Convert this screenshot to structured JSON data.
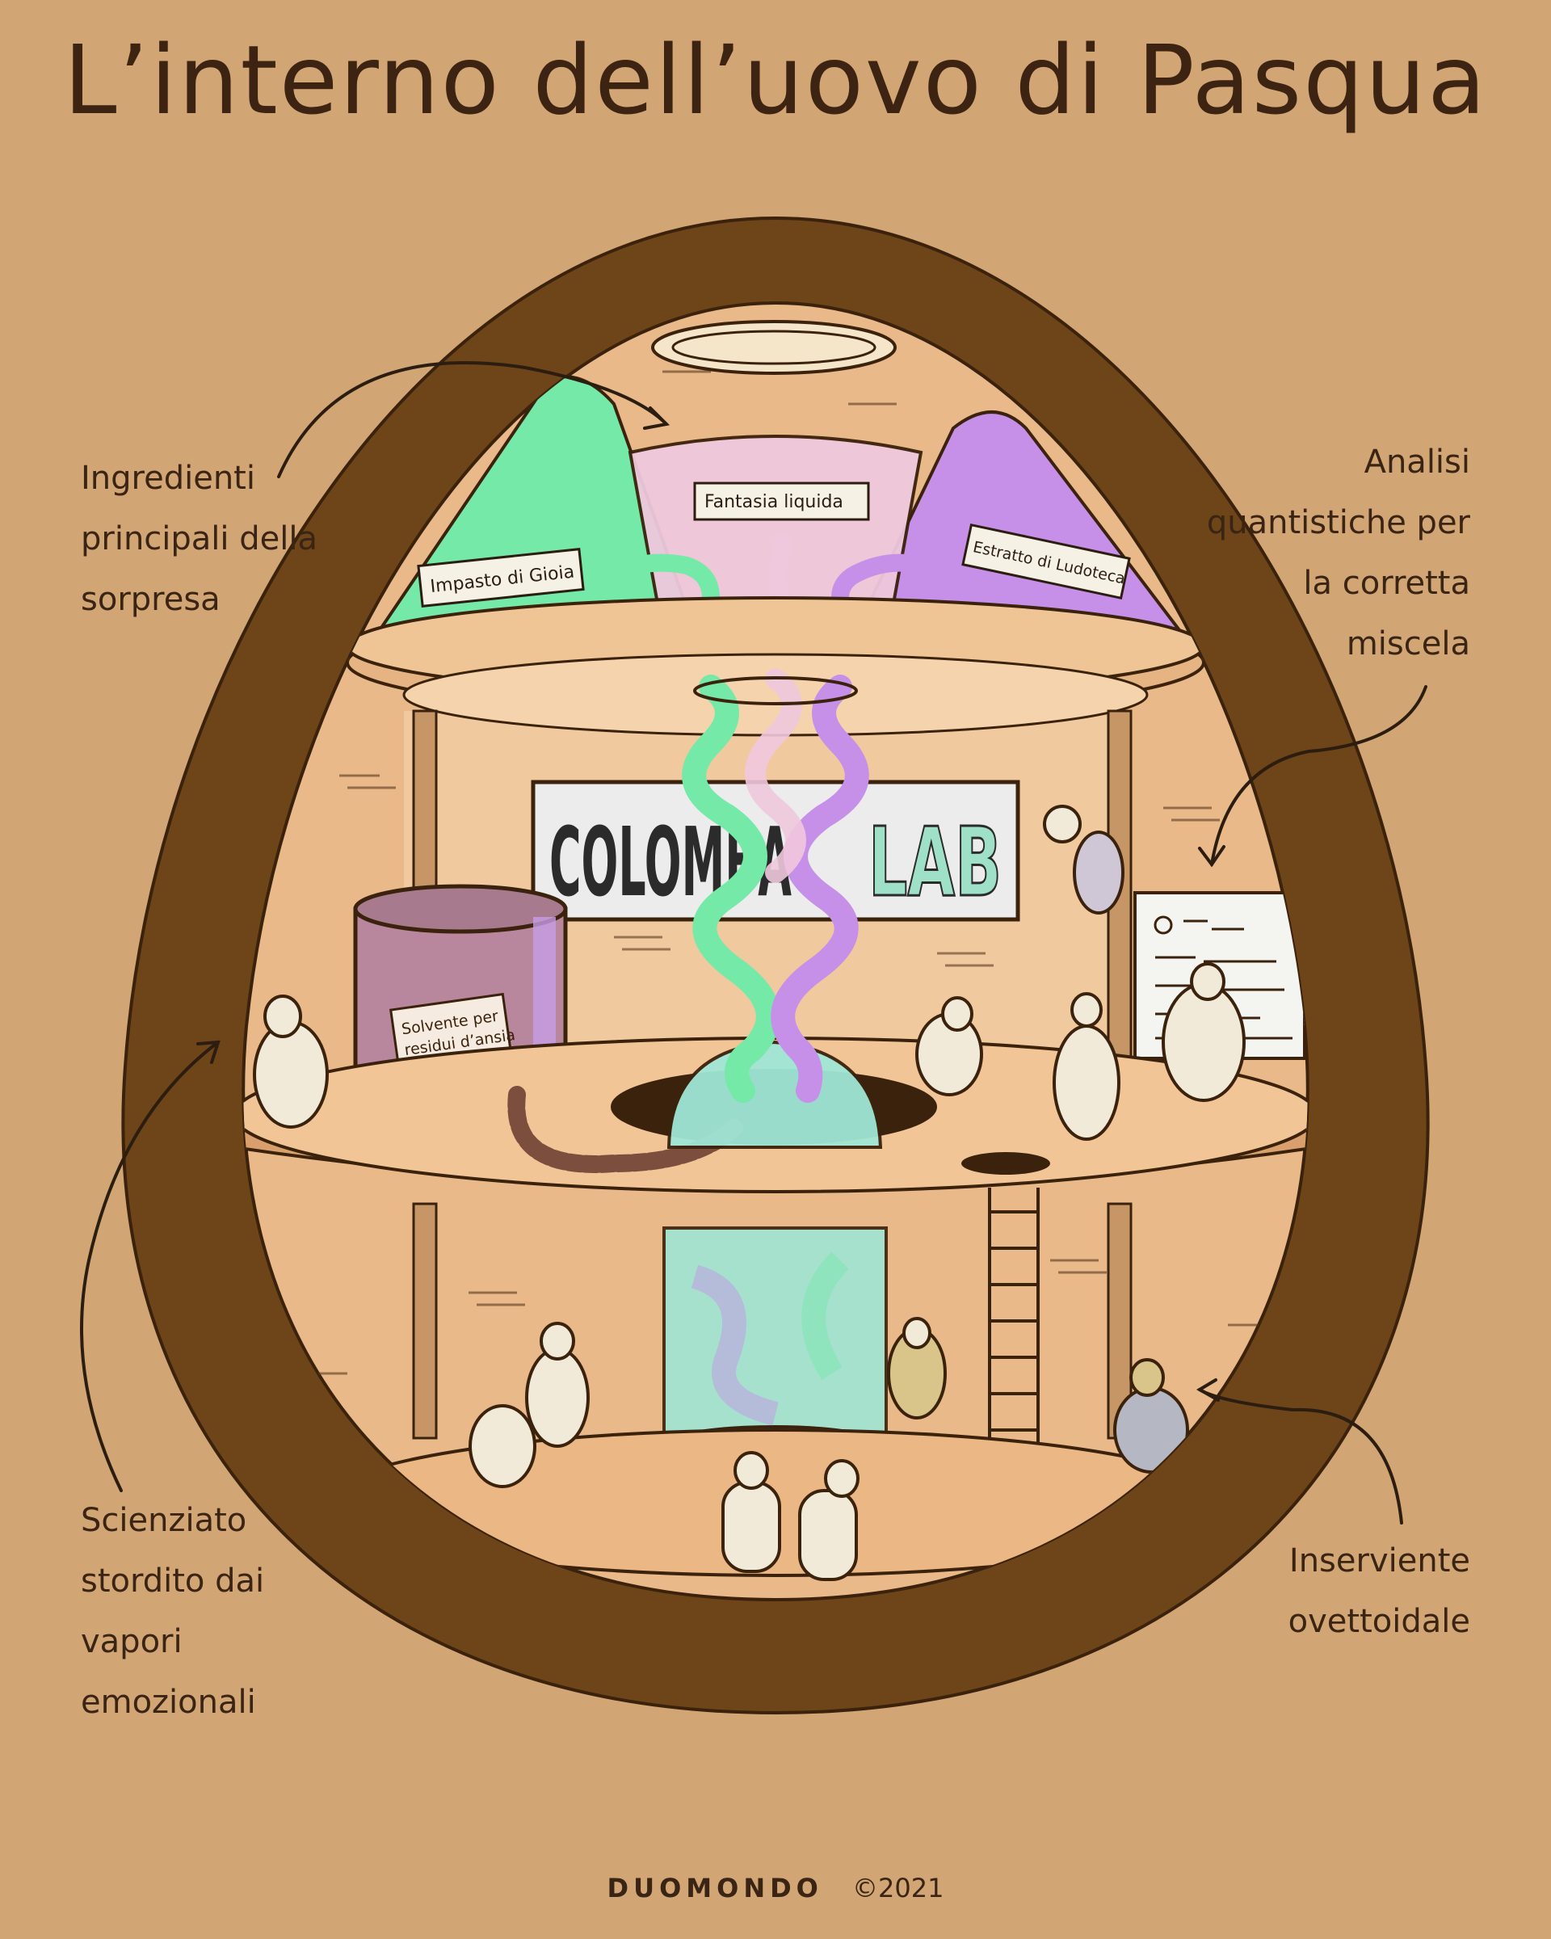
{
  "title": "L’interno dell’uovo di Pasqua",
  "annotations": {
    "ingredients": [
      "Ingredienti",
      "principali della",
      "sorpresa"
    ],
    "analysis": [
      "Analisi",
      "quantistiche per",
      "la corretta",
      "miscela"
    ],
    "scientist": [
      "Scienziato",
      "stordito dai",
      "vapori",
      "emozionali"
    ],
    "helper": [
      "Inserviente",
      "ovettoidale"
    ]
  },
  "containers": {
    "left": "Impasto di Gioia",
    "center": "Fantasia liquida",
    "right": "Estratto di Ludoteca"
  },
  "sign": {
    "left": "COLOMBA",
    "right": "LAB"
  },
  "tank_label": [
    "Solvente per",
    "residui d’ansia"
  ],
  "footer": {
    "brand": "DUOMONDO",
    "copyright": "©2021"
  },
  "colors": {
    "background": "#d2a574",
    "shell": "#6e4419",
    "interior": "#e9b98a",
    "green": "#74e9a8",
    "violet": "#c790e8",
    "pink": "#efc8dd",
    "tube": "#9fe6d6",
    "tank": "#b9879d"
  }
}
